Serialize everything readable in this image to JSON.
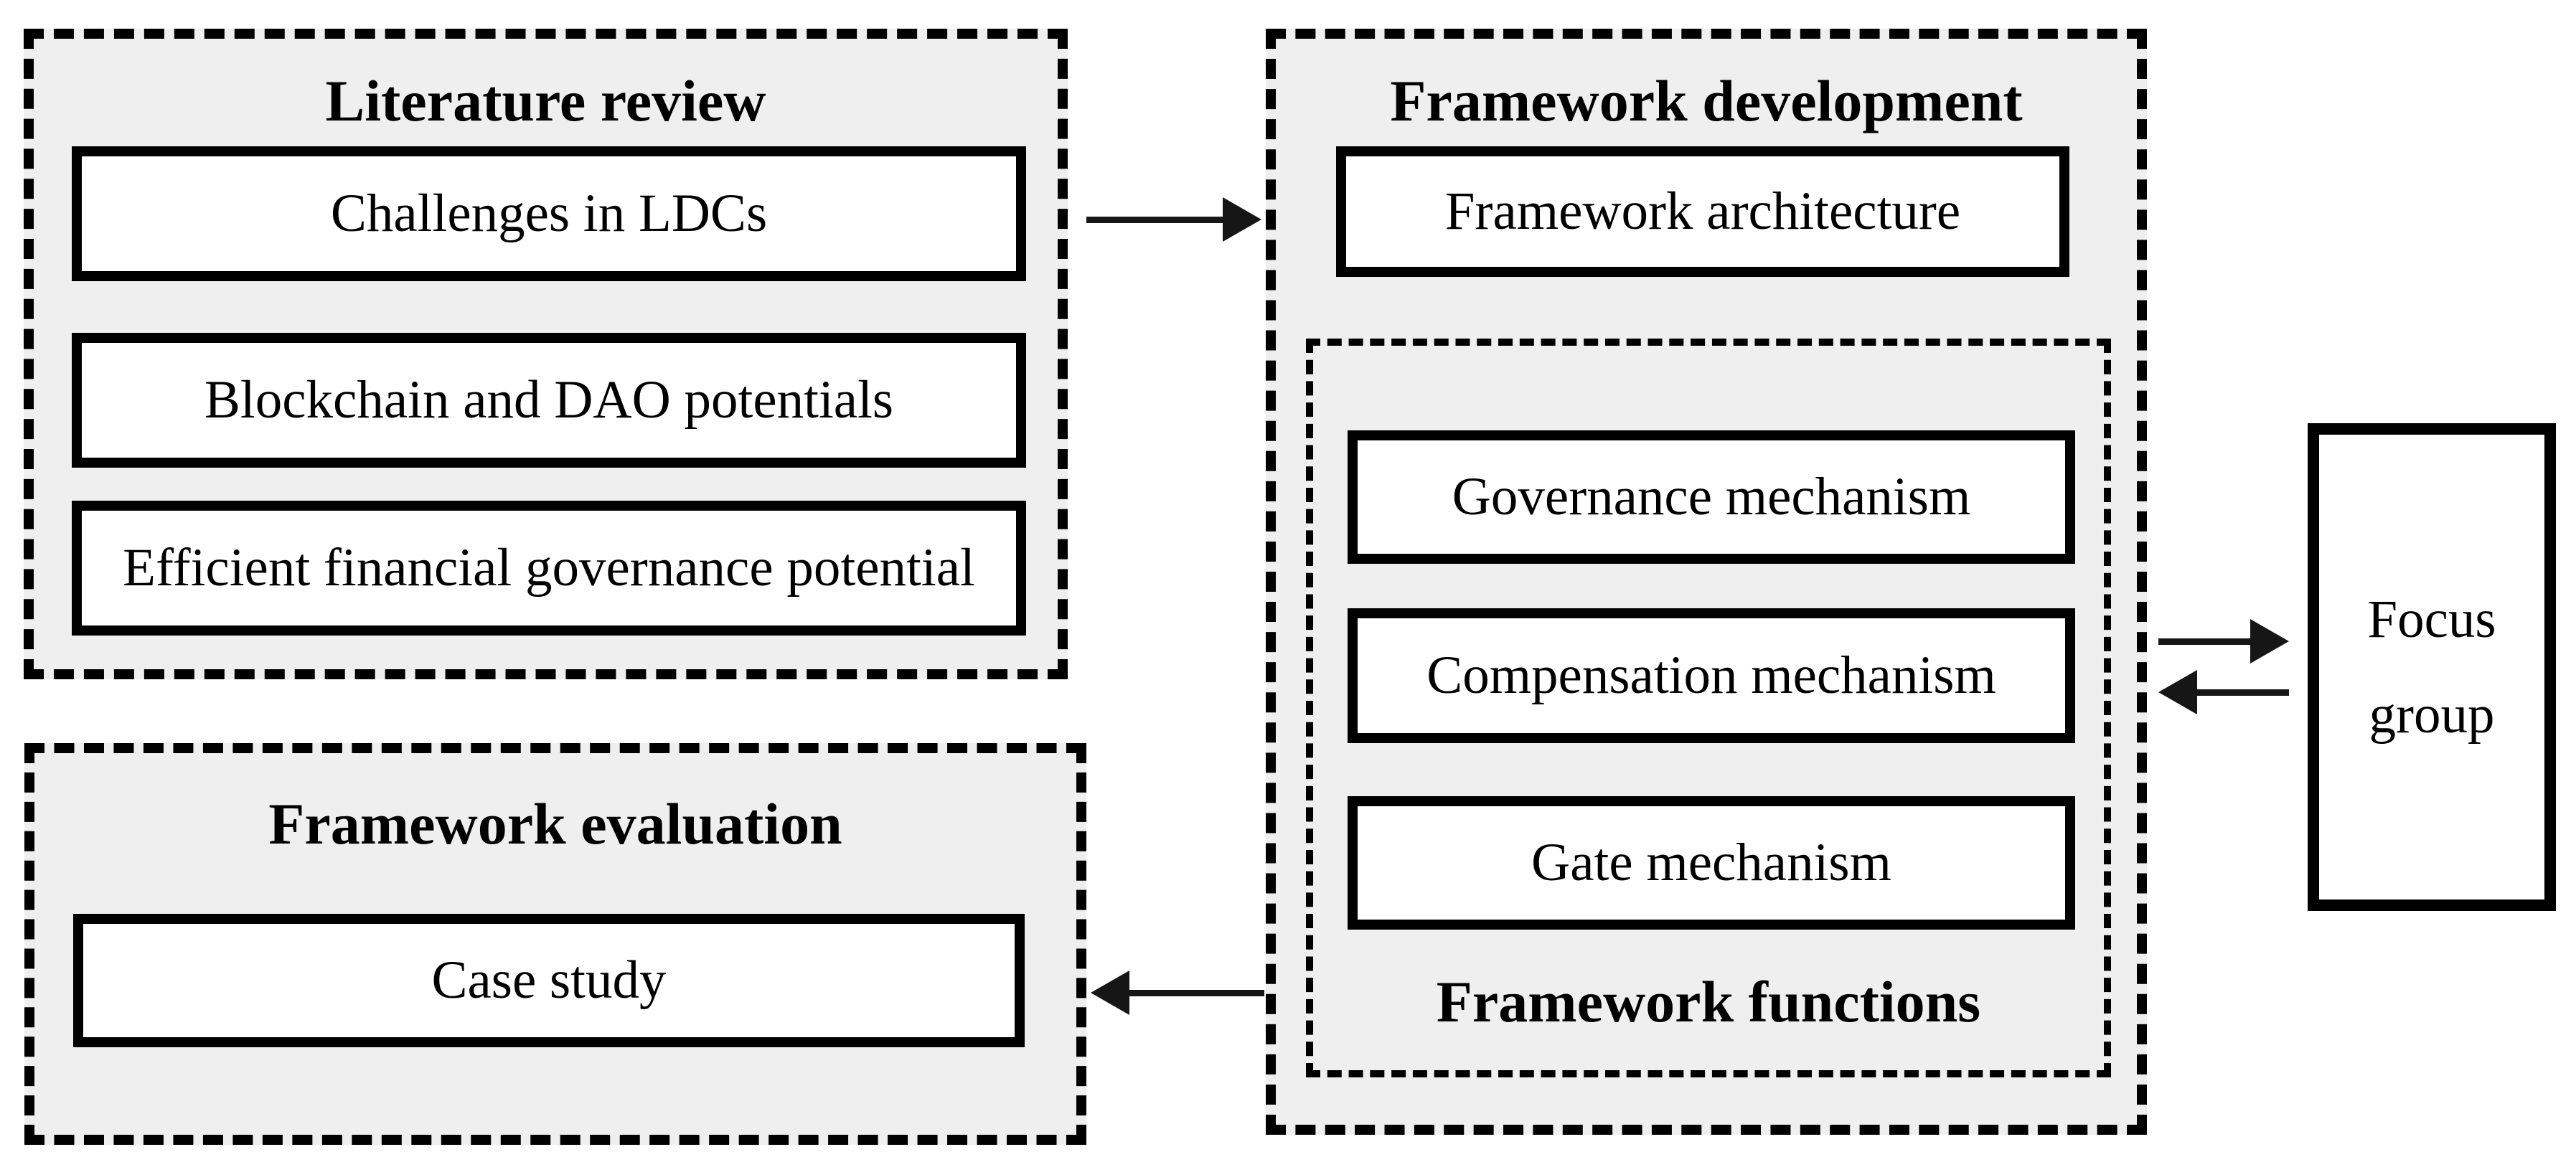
{
  "figure": {
    "literature_review": {
      "title": "Literature review",
      "items": [
        "Challenges in LDCs",
        "Blockchain and DAO potentials",
        "Efficient financial governance potential"
      ]
    },
    "framework_development": {
      "title": "Framework development",
      "architecture": "Framework architecture",
      "functions": {
        "title": "Framework functions",
        "items": [
          "Governance mechanism",
          "Compensation mechanism",
          "Gate mechanism"
        ]
      }
    },
    "framework_evaluation": {
      "title": "Framework evaluation",
      "item": "Case study"
    },
    "focus_group": {
      "line1": "Focus",
      "line2": "group"
    },
    "arrows": [
      "literature-review-to-framework-development",
      "framework-development-to-focus-group",
      "focus-group-to-framework-development",
      "framework-development-to-framework-evaluation"
    ]
  },
  "colors": {
    "page_bg": "#ffffff",
    "panel_bg": "#f0efef",
    "box_bg": "#ffffff",
    "border": "#000000",
    "arrow": "#161616"
  }
}
